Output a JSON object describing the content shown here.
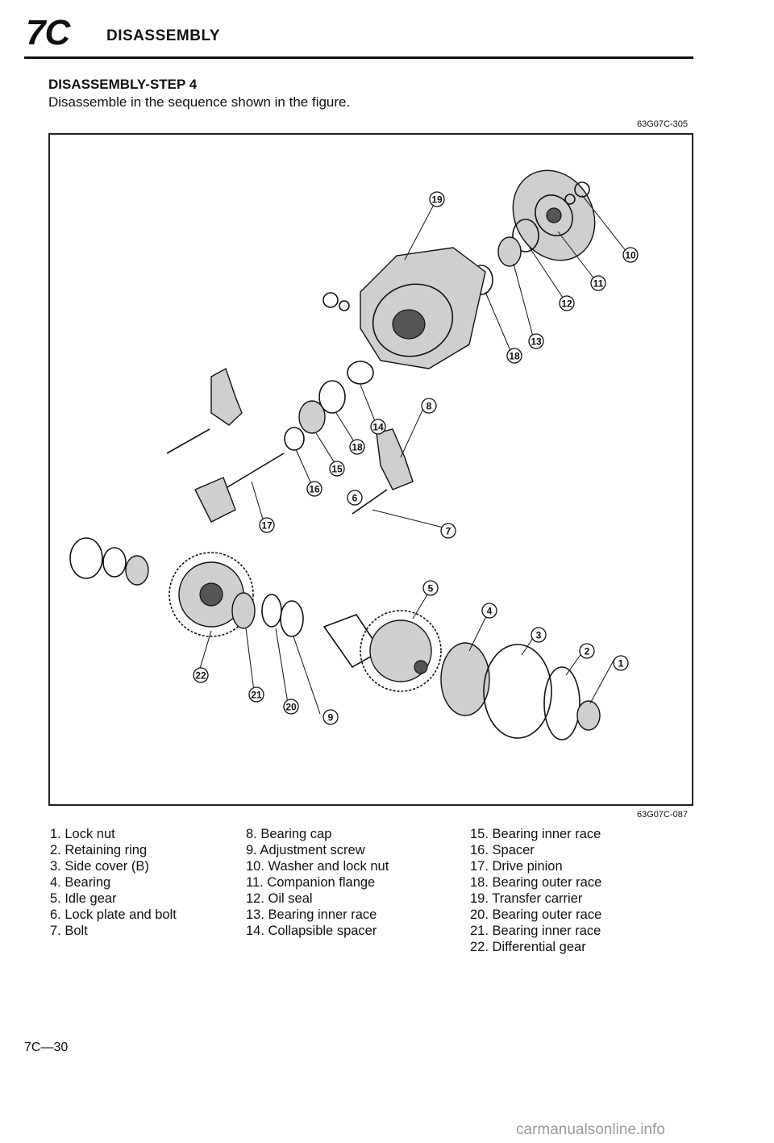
{
  "header": {
    "section_code": "7C",
    "section_title": "DISASSEMBLY"
  },
  "step": {
    "title": "DISASSEMBLY-STEP 4",
    "description": "Disassemble in the sequence shown in the figure."
  },
  "figure": {
    "ref_top": "63G07C-305",
    "ref_bottom": "63G07C-087",
    "callouts": [
      "1",
      "2",
      "3",
      "4",
      "5",
      "6",
      "7",
      "8",
      "9",
      "10",
      "11",
      "12",
      "13",
      "14",
      "15",
      "16",
      "17",
      "18",
      "18",
      "19",
      "20",
      "21",
      "22"
    ]
  },
  "legend": {
    "col1": [
      "1. Lock nut",
      "2. Retaining ring",
      "3. Side cover (B)",
      "4. Bearing",
      "5. Idle gear",
      "6. Lock plate and bolt",
      "7. Bolt"
    ],
    "col2": [
      "8. Bearing cap",
      "9. Adjustment screw",
      "10. Washer and lock nut",
      "11. Companion flange",
      "12. Oil seal",
      "13. Bearing inner race",
      "14. Collapsible spacer"
    ],
    "col3": [
      "15. Bearing inner race",
      "16. Spacer",
      "17. Drive pinion",
      "18. Bearing outer race",
      "19. Transfer carrier",
      "20. Bearing outer race",
      "21. Bearing inner race",
      "22. Differential gear"
    ]
  },
  "footer": {
    "page_number": "7C—30",
    "watermark": "carmanualsonline.info"
  }
}
